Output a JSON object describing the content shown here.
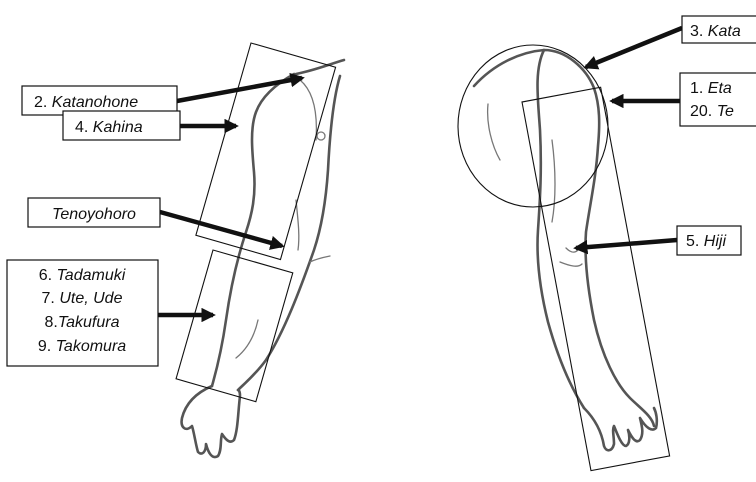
{
  "labels": {
    "katanohone": {
      "num": "2. ",
      "name": "Katanohone"
    },
    "kahina": {
      "num": "4. ",
      "name": "Kahina"
    },
    "tenoyohoro": {
      "name": "Tenoyohoro"
    },
    "forearm": [
      {
        "num": "6. ",
        "name": "Tadamuki"
      },
      {
        "num": "7. ",
        "name": "Ute, Ude"
      },
      {
        "num": "8.",
        "name": "Takufura"
      },
      {
        "num": "9. ",
        "name": "Takomura"
      }
    ],
    "kata": {
      "num": "3. ",
      "name": "Kata"
    },
    "eta_te": [
      {
        "num": "1. ",
        "name": "Eta"
      },
      {
        "num": "20. ",
        "name": "Te"
      }
    ],
    "hiji": {
      "num": "5. ",
      "name": "Hiji"
    }
  },
  "colors": {
    "ink": "#111111",
    "sketch": "#555555"
  }
}
